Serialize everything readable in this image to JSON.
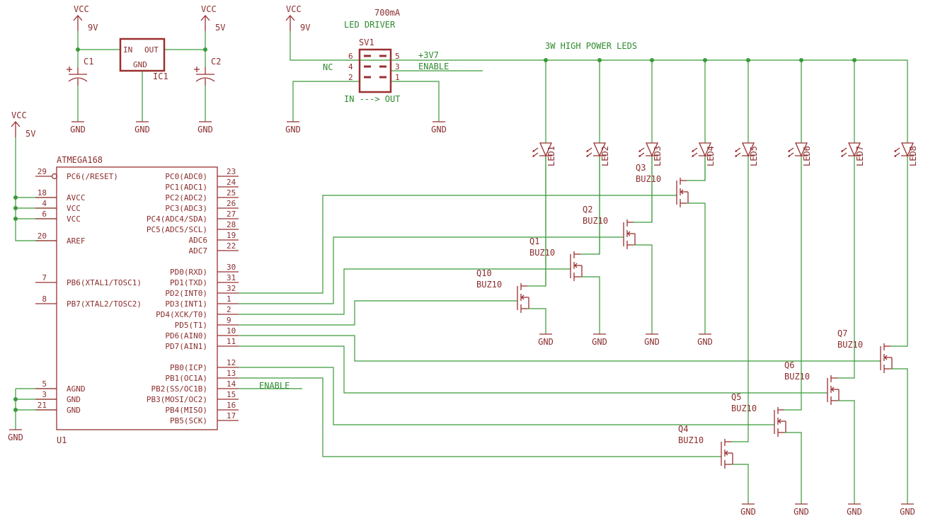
{
  "colors": {
    "wire": "#3a9a3a",
    "component": "#9b3030",
    "text": "#8b2e2e",
    "net_label": "#2e8b2e",
    "background": "#ffffff"
  },
  "power": {
    "vcc": "VCC",
    "gnd": "GND",
    "v9": "9V",
    "v5": "5V"
  },
  "regulator": {
    "name": "IC1",
    "pin_in": "IN",
    "pin_out": "OUT",
    "pin_gnd": "GND",
    "c1": "C1",
    "c2": "C2"
  },
  "driver": {
    "title_current": "700mA",
    "title": "LED DRIVER",
    "name": "SV1",
    "left_pins": [
      "6",
      "4",
      "2"
    ],
    "right_pins": [
      "5",
      "3",
      "1"
    ],
    "label_3v7": "+3V7",
    "label_enable": "ENABLE",
    "label_nc": "NC",
    "flow_label": "IN ---> OUT"
  },
  "leds_title": "3W HIGH POWER LEDS",
  "leds": [
    "LED1",
    "LED2",
    "LED3",
    "LED4",
    "LED5",
    "LED6",
    "LED7",
    "LED8"
  ],
  "transistor_value": "BUZ10",
  "transistors": [
    "Q10",
    "Q1",
    "Q2",
    "Q3",
    "Q4",
    "Q5",
    "Q6",
    "Q7"
  ],
  "mcu": {
    "name": "ATMEGA168",
    "ref": "U1",
    "left_pins": [
      {
        "label": "PC6(/RESET)",
        "num": "29"
      },
      {
        "label": "AVCC",
        "num": "18"
      },
      {
        "label": "VCC",
        "num": "4"
      },
      {
        "label": "VCC",
        "num": "6"
      },
      {
        "label": "AREF",
        "num": "20"
      },
      {
        "label": "PB6(XTAL1/TOSC1)",
        "num": "7"
      },
      {
        "label": "PB7(XTAL2/TOSC2)",
        "num": "8"
      },
      {
        "label": "AGND",
        "num": "5"
      },
      {
        "label": "GND",
        "num": "3"
      },
      {
        "label": "GND",
        "num": "21"
      }
    ],
    "right_pins": [
      {
        "label": "PC0(ADC0)",
        "num": "23"
      },
      {
        "label": "PC1(ADC1)",
        "num": "24"
      },
      {
        "label": "PC2(ADC2)",
        "num": "25"
      },
      {
        "label": "PC3(ADC3)",
        "num": "26"
      },
      {
        "label": "PC4(ADC4/SDA)",
        "num": "27"
      },
      {
        "label": "PC5(ADC5/SCL)",
        "num": "28"
      },
      {
        "label": "ADC6",
        "num": "19"
      },
      {
        "label": "ADC7",
        "num": "22"
      },
      {
        "label": "PD0(RXD)",
        "num": "30"
      },
      {
        "label": "PD1(TXD)",
        "num": "31"
      },
      {
        "label": "PD2(INT0)",
        "num": "32"
      },
      {
        "label": "PD3(INT1)",
        "num": "1"
      },
      {
        "label": "PD4(XCK/T0)",
        "num": "2"
      },
      {
        "label": "PD5(T1)",
        "num": "9"
      },
      {
        "label": "PD6(AIN0)",
        "num": "10"
      },
      {
        "label": "PD7(AIN1)",
        "num": "11"
      },
      {
        "label": "PB0(ICP)",
        "num": "12"
      },
      {
        "label": "PB1(OC1A)",
        "num": "13"
      },
      {
        "label": "PB2(SS/OC1B)",
        "num": "14"
      },
      {
        "label": "PB3(MOSI/OC2)",
        "num": "15"
      },
      {
        "label": "PB4(MISO)",
        "num": "16"
      },
      {
        "label": "PB5(SCK)",
        "num": "17"
      }
    ],
    "enable_label": "ENABLE"
  }
}
